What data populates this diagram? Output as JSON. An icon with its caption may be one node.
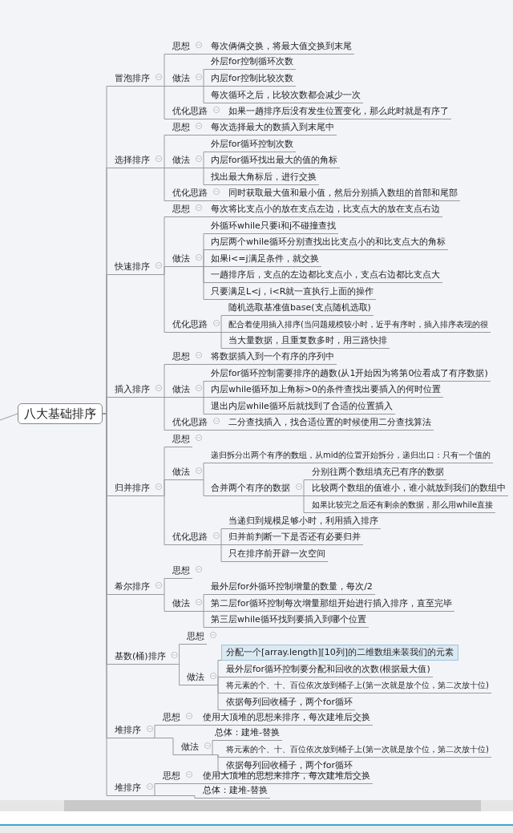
{
  "diagram": {
    "nodes": [
      {
        "text": [
          "八大基础排序"
        ]
      },
      {
        "text": [
          "冒泡排序"
        ]
      },
      {
        "text": [
          "思想"
        ]
      },
      {
        "text": [
          "每次俩俩交换，将最大值交换到末尾"
        ]
      },
      {
        "text": [
          "做法"
        ]
      },
      {
        "text": [
          "外层for控制循环次数"
        ]
      },
      {
        "text": [
          "内层for控制比较次数"
        ]
      },
      {
        "text": [
          "每次循环之后，比较次数都会减少一次"
        ]
      },
      {
        "text": [
          "优化思路"
        ]
      },
      {
        "text": [
          "如果一趟排序后没有发生位置变化，那么此时就是有序了"
        ]
      },
      {
        "text": [
          "选择排序"
        ]
      },
      {
        "text": [
          "思想"
        ]
      },
      {
        "text": [
          "每次选择最大的数插入到末尾中"
        ]
      },
      {
        "text": [
          "做法"
        ]
      },
      {
        "text": [
          "外层for循环控制次数"
        ]
      },
      {
        "text": [
          "内层for循环找出最大的值的角标"
        ]
      },
      {
        "text": [
          "找出最大角标后，进行交换"
        ]
      },
      {
        "text": [
          "优化思路"
        ]
      },
      {
        "text": [
          "同时获取最大值和最小值，然后分别插入数组的首部和尾部"
        ]
      },
      {
        "text": [
          "快速排序"
        ]
      },
      {
        "text": [
          "思想"
        ]
      },
      {
        "text": [
          "每次将比支点小的放在支点左边，比支点大的放在支点右边"
        ]
      },
      {
        "text": [
          "做法"
        ]
      },
      {
        "text": [
          "外循环while只要i和j不碰撞查找"
        ]
      },
      {
        "text": [
          "内层两个while循环分别查找出比支点小的和比支点大的角标"
        ]
      },
      {
        "text": [
          "如果i<=j满足条件，就交换"
        ]
      },
      {
        "text": [
          "一趟排序后，支点的左边都比支点小，支点右边都比支点大"
        ]
      },
      {
        "text": [
          "只要满足L<j，i<R就一直执行上面的操作"
        ]
      },
      {
        "text": [
          "优化思路"
        ]
      },
      {
        "text": [
          "随机选取基准值base(支点随机选取)"
        ]
      },
      {
        "text": [
          "配合着使用插入排序(当问题规模较小时，近乎有序时，插入排序表现的很"
        ]
      },
      {
        "text": [
          "当大量数据，且重复数多时，用三路快排"
        ]
      },
      {
        "text": [
          "插入排序"
        ]
      },
      {
        "text": [
          "思想"
        ]
      },
      {
        "text": [
          "将数据插入到一个有序的序列中"
        ]
      },
      {
        "text": [
          "做法"
        ]
      },
      {
        "text": [
          "外层for循环控制需要排序的趟数(从1开始因为将第0位看成了有序数据)"
        ]
      },
      {
        "text": [
          "内层while循环加上角标>0的条件查找出要插入的何时位置"
        ]
      },
      {
        "text": [
          "退出内层while循环后就找到了合适的位置插入"
        ]
      },
      {
        "text": [
          "优化思路"
        ]
      },
      {
        "text": [
          "二分查找插入，找合适位置的时候使用二分查找算法"
        ]
      },
      {
        "text": [
          "归并排序"
        ]
      },
      {
        "text": [
          "思想"
        ]
      },
      {
        "text": [
          "做法"
        ]
      },
      {
        "text": [
          "递归拆分出两个有序的数组，从mid的位置开始拆分，递归出口：只有一个值的"
        ]
      },
      {
        "text": [
          "合并两个有序的数据"
        ]
      },
      {
        "text": [
          "分别往两个数组填充已有序的数据"
        ]
      },
      {
        "text": [
          "比较两个数组的值谁小，谁小就放到我们的数组中"
        ]
      },
      {
        "text": [
          "如果比较完之后还有剩余的数据，那么用while直接"
        ]
      },
      {
        "text": [
          "优化思路"
        ]
      },
      {
        "text": [
          "当递归到规模足够小时，利用插入排序"
        ]
      },
      {
        "text": [
          "归并前判断一下是否还有必要归并"
        ]
      },
      {
        "text": [
          "只在排序前开辟一次空间"
        ]
      },
      {
        "text": [
          "希尔排序"
        ]
      },
      {
        "text": [
          "思想"
        ]
      },
      {
        "text": [
          "做法"
        ]
      },
      {
        "text": [
          "最外层for外循环控制增量的数量，每次/2"
        ]
      },
      {
        "text": [
          "第二层for循环控制每次增量那组开始进行插入排序，直至完毕"
        ]
      },
      {
        "text": [
          "第三层while循环找到要插入到哪个位置"
        ]
      },
      {
        "text": [
          "基数(桶)排序"
        ]
      },
      {
        "text": [
          "思想"
        ]
      },
      {
        "text": [
          "做法"
        ]
      },
      {
        "text": [
          "分配一个[array.length][10列]的二维数组来装我们的元素"
        ]
      },
      {
        "text": [
          "最外层for循环控制要分配和回收的次数(根据最大值)"
        ]
      },
      {
        "text": [
          "将元素的个、十、百位依次放到桶子上(第一次就是放个位，第二次放十位)"
        ]
      },
      {
        "text": [
          "依据每列回收桶子，两个for循环"
        ]
      },
      {
        "text": [
          "堆排序"
        ]
      },
      {
        "text": [
          "思想"
        ]
      },
      {
        "text": [
          "使用大顶堆的思想来排序，每次建堆后交换"
        ]
      },
      {
        "text": [
          "做法"
        ]
      },
      {
        "text": [
          "总体：建堆-替换"
        ]
      },
      {
        "text": [
          "将元素的个、十、百位依次放到桶子上(第一次就是放个位，第二次放十位)"
        ]
      },
      {
        "text": [
          "依据每列回收桶子，两个for循环"
        ]
      },
      {
        "text": [
          "堆排序"
        ]
      },
      {
        "text": [
          "思想"
        ]
      },
      {
        "text": [
          "使用大顶堆的思想来排序，每次建堆后交换"
        ]
      },
      {
        "text": [
          "总体：建堆-替换"
        ]
      }
    ],
    "edges": [
      {
        "from": null,
        "to": 0,
        "arrow": "none"
      },
      {
        "from": 0,
        "to": 1,
        "arrow": "none"
      },
      {
        "from": 0,
        "to": 10,
        "arrow": "none"
      },
      {
        "from": 0,
        "to": 19,
        "arrow": "none"
      },
      {
        "from": 0,
        "to": 32,
        "arrow": "none"
      },
      {
        "from": 0,
        "to": 41,
        "arrow": "none"
      },
      {
        "from": 0,
        "to": 53,
        "arrow": "none"
      },
      {
        "from": 0,
        "to": 59,
        "arrow": "none"
      },
      {
        "from": 0,
        "to": 66,
        "arrow": "none"
      },
      {
        "from": 0,
        "to": 73,
        "arrow": "none"
      },
      {
        "from": 1,
        "to": 2,
        "arrow": "none"
      },
      {
        "from": 2,
        "to": 3,
        "arrow": "none"
      },
      {
        "from": 1,
        "to": 4,
        "arrow": "none"
      },
      {
        "from": 4,
        "to": 5,
        "arrow": "none"
      },
      {
        "from": 4,
        "to": 6,
        "arrow": "none"
      },
      {
        "from": 4,
        "to": 7,
        "arrow": "none"
      },
      {
        "from": 1,
        "to": 8,
        "arrow": "none"
      },
      {
        "from": 8,
        "to": 9,
        "arrow": "none"
      },
      {
        "from": 10,
        "to": 11,
        "arrow": "none"
      },
      {
        "from": 11,
        "to": 12,
        "arrow": "none"
      },
      {
        "from": 10,
        "to": 13,
        "arrow": "none"
      },
      {
        "from": 13,
        "to": 14,
        "arrow": "none"
      },
      {
        "from": 13,
        "to": 15,
        "arrow": "none"
      },
      {
        "from": 13,
        "to": 16,
        "arrow": "none"
      },
      {
        "from": 10,
        "to": 17,
        "arrow": "none"
      },
      {
        "from": 17,
        "to": 18,
        "arrow": "none"
      },
      {
        "from": 19,
        "to": 20,
        "arrow": "none"
      },
      {
        "from": 20,
        "to": 21,
        "arrow": "none"
      },
      {
        "from": 19,
        "to": 22,
        "arrow": "none"
      },
      {
        "from": 22,
        "to": 23,
        "arrow": "none"
      },
      {
        "from": 22,
        "to": 24,
        "arrow": "none"
      },
      {
        "from": 22,
        "to": 25,
        "arrow": "none"
      },
      {
        "from": 22,
        "to": 26,
        "arrow": "none"
      },
      {
        "from": 22,
        "to": 27,
        "arrow": "none"
      },
      {
        "from": 19,
        "to": 28,
        "arrow": "none"
      },
      {
        "from": 28,
        "to": 29,
        "arrow": "none"
      },
      {
        "from": 28,
        "to": 30,
        "arrow": "none"
      },
      {
        "from": 28,
        "to": 31,
        "arrow": "none"
      },
      {
        "from": 32,
        "to": 33,
        "arrow": "none"
      },
      {
        "from": 33,
        "to": 34,
        "arrow": "none"
      },
      {
        "from": 32,
        "to": 35,
        "arrow": "none"
      },
      {
        "from": 35,
        "to": 36,
        "arrow": "none"
      },
      {
        "from": 35,
        "to": 37,
        "arrow": "none"
      },
      {
        "from": 35,
        "to": 38,
        "arrow": "none"
      },
      {
        "from": 32,
        "to": 39,
        "arrow": "none"
      },
      {
        "from": 39,
        "to": 40,
        "arrow": "none"
      },
      {
        "from": 41,
        "to": 42,
        "arrow": "none"
      },
      {
        "from": 41,
        "to": 43,
        "arrow": "none"
      },
      {
        "from": 43,
        "to": 44,
        "arrow": "none"
      },
      {
        "from": 43,
        "to": 45,
        "arrow": "none"
      },
      {
        "from": 45,
        "to": 46,
        "arrow": "none"
      },
      {
        "from": 45,
        "to": 47,
        "arrow": "none"
      },
      {
        "from": 45,
        "to": 48,
        "arrow": "none"
      },
      {
        "from": 41,
        "to": 49,
        "arrow": "none"
      },
      {
        "from": 49,
        "to": 50,
        "arrow": "none"
      },
      {
        "from": 49,
        "to": 51,
        "arrow": "none"
      },
      {
        "from": 49,
        "to": 52,
        "arrow": "none"
      },
      {
        "from": 53,
        "to": 54,
        "arrow": "none"
      },
      {
        "from": 53,
        "to": 55,
        "arrow": "none"
      },
      {
        "from": 55,
        "to": 56,
        "arrow": "none"
      },
      {
        "from": 55,
        "to": 57,
        "arrow": "none"
      },
      {
        "from": 55,
        "to": 58,
        "arrow": "none"
      },
      {
        "from": 59,
        "to": 60,
        "arrow": "none"
      },
      {
        "from": 59,
        "to": 61,
        "arrow": "none"
      },
      {
        "from": 61,
        "to": 62,
        "arrow": "none"
      },
      {
        "from": 61,
        "to": 63,
        "arrow": "none"
      },
      {
        "from": 61,
        "to": 64,
        "arrow": "none"
      },
      {
        "from": 61,
        "to": 65,
        "arrow": "none"
      },
      {
        "from": 66,
        "to": 67,
        "arrow": "none"
      },
      {
        "from": 67,
        "to": 68,
        "arrow": "none"
      },
      {
        "from": 66,
        "to": 69,
        "arrow": "none"
      },
      {
        "from": 69,
        "to": 70,
        "arrow": "none"
      },
      {
        "from": 69,
        "to": 71,
        "arrow": "none"
      },
      {
        "from": 69,
        "to": 72,
        "arrow": "none"
      },
      {
        "from": 73,
        "to": 74,
        "arrow": "none"
      },
      {
        "from": 74,
        "to": 75,
        "arrow": "none"
      },
      {
        "from": 73,
        "to": 76,
        "arrow": "none"
      }
    ]
  }
}
